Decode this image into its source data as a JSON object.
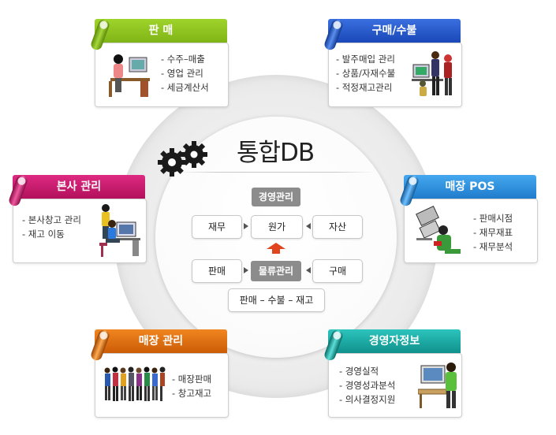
{
  "center": {
    "title": "통합DB",
    "top_label": "경영관리",
    "row1": [
      "재무",
      "원가",
      "자산"
    ],
    "row2": [
      "판매",
      "물류관리",
      "구매"
    ],
    "bottom_label": "판매 – 수불 – 재고"
  },
  "modules": {
    "sales": {
      "title": "판 매",
      "color": "#8cbf1e",
      "items": [
        "- 수주–매출",
        "- 영업 관리",
        "- 세금계산서"
      ]
    },
    "purchase": {
      "title": "구매/수불",
      "color": "#1f57c9",
      "items": [
        "- 발주매입 관리",
        "- 상품/자재수불",
        "- 적정재고관리"
      ]
    },
    "hq": {
      "title": "본사 관리",
      "color": "#c8166a",
      "items": [
        "- 본사창고 관리",
        "- 재고 이동"
      ]
    },
    "pos": {
      "title": "매장 POS",
      "color": "#2d8ed6",
      "items": [
        "- 판매시점",
        "- 재무재표",
        "- 재무분석"
      ]
    },
    "store": {
      "title": "매장 관리",
      "color": "#e36e0c",
      "items": [
        "- 매장판매",
        "- 창고재고"
      ]
    },
    "exec": {
      "title": "경영자정보",
      "color": "#15a6a2",
      "items": [
        "- 경영실적",
        "- 경영성과분석",
        "- 의사결정지원"
      ]
    }
  }
}
